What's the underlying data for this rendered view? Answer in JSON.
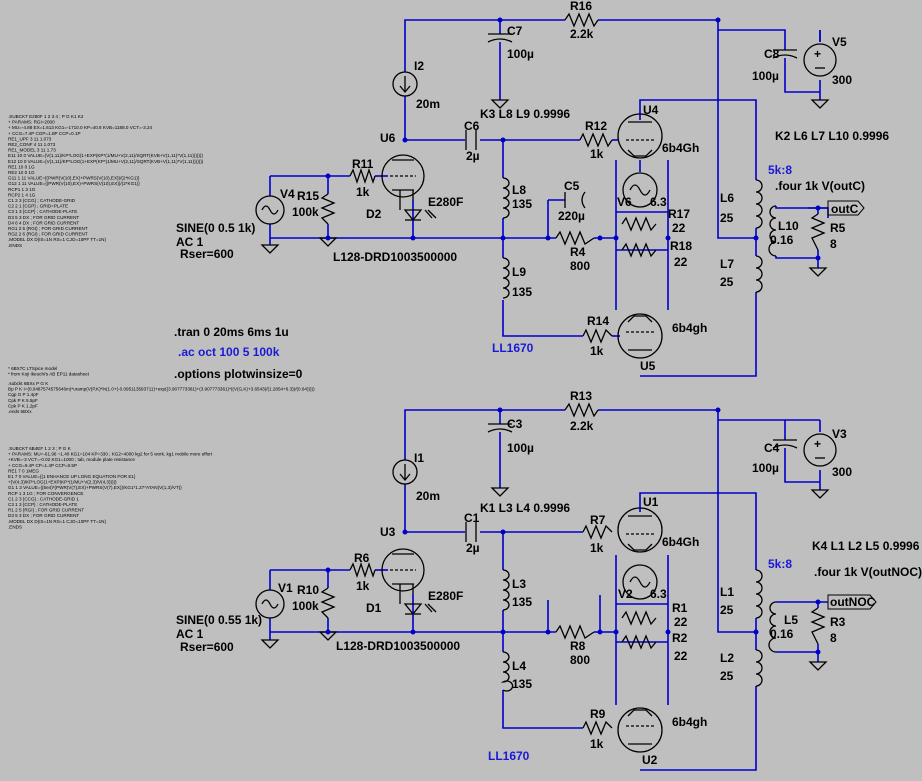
{
  "top": {
    "R16": "R16",
    "R16v": "2.2k",
    "C7": "C7",
    "C7v": "100µ",
    "C8": "C8",
    "C8v": "100µ",
    "V5": "V5",
    "V5v": "300",
    "I2": "I2",
    "I2v": "20m",
    "U6": "U6",
    "C6": "C6",
    "C6v": "2µ",
    "K3": "K3 L8 L9 0.9996",
    "R12": "R12",
    "R12v": "1k",
    "U4": "U4",
    "U4t": "6b4Gh",
    "K2": "K2 L6 L7 L10 0.9996",
    "R11": "R11",
    "R11v": "1k",
    "V4": "V4",
    "R15": "R15",
    "R15v": "100k",
    "D2": "D2",
    "E280": "E280F",
    "L8": "L8",
    "L8v": "135",
    "C5": "C5",
    "C5v": "220µ",
    "V6": "V6",
    "V6v": "6.3",
    "R17": "R17",
    "R17v": "22",
    "R18": "R18",
    "R18v": "22",
    "R4": "R4",
    "R4v": "800",
    "sine": "SINE(0 0.5 1k)",
    "ac": "AC 1",
    "rser": "Rser=600",
    "diode": "L128-DRD1003500000",
    "L9": "L9",
    "L9v": "135",
    "L6": "L6",
    "L6v": "25",
    "L7": "L7",
    "L7v": "25",
    "L10": "L10",
    "L10v": "0.16",
    "R5": "R5",
    "R5v": "8",
    "ratio": "5k:8",
    "four": ".four 1k V(outC)",
    "out": "outC",
    "R14": "R14",
    "R14v": "1k",
    "U5": "U5",
    "U5t": "6b4gh",
    "ll": "LL1670"
  },
  "cmd": {
    "tran": ".tran 0 20ms 6ms 1u",
    "acoct": ".ac oct 100 5 100k",
    "opts": ".options plotwinsize=0"
  },
  "bot": {
    "R13": "R13",
    "R13v": "2.2k",
    "C3": "C3",
    "C3v": "100µ",
    "C4": "C4",
    "C4v": "100µ",
    "V3": "V3",
    "V3v": "300",
    "I1": "I1",
    "I1v": "20m",
    "U3": "U3",
    "C1": "C1",
    "C1v": "2µ",
    "K1": "K1 L3 L4 0.9996",
    "R7": "R7",
    "R7v": "1k",
    "U1": "U1",
    "U1t": "6b4Gh",
    "K4": "K4 L1 L2 L5 0.9996",
    "R6": "R6",
    "R6v": "1k",
    "V1": "V1",
    "R10": "R10",
    "R10v": "100k",
    "D1": "D1",
    "E280": "E280F",
    "L3": "L3",
    "L3v": "135",
    "V2": "V2",
    "V2v": "6.3",
    "R1": "R1",
    "R1v": "22",
    "R2": "R2",
    "R2v": "22",
    "R8": "R8",
    "R8v": "800",
    "sine": "SINE(0 0.55 1k)",
    "ac": "AC 1",
    "rser": "Rser=600",
    "diode": "L128-DRD1003500000",
    "L4": "L4",
    "L4v": "135",
    "L1": "L1",
    "L1v": "25",
    "L2": "L2",
    "L2v": "25",
    "L5": "L5",
    "L5v": "0.16",
    "R3": "R3",
    "R3v": "8",
    "ratio": "5k:8",
    "four": ".four 1k V(outNOC)",
    "out": "outNOC",
    "R9": "R9",
    "R9v": "1k",
    "U2": "U2",
    "U2t": "6b4gh",
    "ll": "LL1670"
  },
  "notes": {
    "n1": [
      ".SUBCKT E280F 1 2 3 4 ; P G K1 K2",
      "+ PARAMS: RGI=2000",
      "+ MU=-4.88 EX=1.613 KG1=-1710.0 KP=40.8 KVB=1188.0 VCT=-3.24",
      "+ CCG=7.4P  CGP=1.8P CCP=0.1P",
      "RE1_UPF  3 11 1.073",
      "RE2_CONF  4 11 1.073",
      "RE1_MODEL 3 11 1.73",
      "E11 10 0 VALUE={V(1,11)/KP*LOG(1+EXP(KP*(1/MU+V(2,11)/SQRT(KVB+V(1,11)*V(1,11))))))}",
      "E12 10 0 VALUE={V(1,11)/KP*LOG(1+EXP(KP*(1/MU+V(2,11)/SQRT(KVB+V(1,11)*V(1,11))))))}",
      "RE1 10 0 1G",
      "RE2 10 0 1G",
      "G11 1 11 VALUE={(PWR(V(10),EX)+PWRS(V(10),EX))/(2*KG1)}",
      "G12 1 11 VALUE={(PWR(V(10),EX)+PWRS(V(10),EX))/(2*KG1)}",
      "RCP1 1 3 1G",
      "RCP2 1 4 1G",
      "C1 2 3 {CCG} ; CATHODE-GRID",
      "C2 2 1 {CGP} ; GRID=PLATE",
      "C3 1 3 {CCP} ; CATHODE-PLATE",
      "D3 5 3 DX ; FOR GRID CURRENT",
      "D4 6 4 DX ; FOR GRID CURRENT",
      "RG1 2 5 {RGI} ; FOR GRID CURRENT",
      "RG2 2 6 {RGI} ; FOR GRID CURRENT",
      ".MODEL DX D(IS=1N RS=1 CJO=10PF TT=1N)",
      ".ENDS"
    ],
    "n2": [
      "* 6BX7C LTSpice model",
      "* from Koji Ikeuchi's AB EP11 datasheet"
    ],
    "n3": [
      ".subckt 6BXx P G K",
      "Bp P K I=(0.0487574575646m)*uramp(V(P,K)*ln(1.0+(-0.095113593711)+exp((3.907773361)+(3.907773361)*((V(G,K)+3.6543)/(1.2854+6.3))/(0.64)))))",
      "Cgp G P 1.4pF",
      "Cpk P K 5.5pF",
      "Cpk P K 1.2pF",
      ".ends 6BXx"
    ],
    "n4": [
      ".SUBCKT 6B4EF 1 2 3 ; P G K",
      "+ PARAMS: MU=-61.96 ~1.40 KG1=104 KP=330 ; KG2=4000 kg2 for 5 work, kg1 mobile more effort",
      "+KVB=-3 VCT=-0.02 KG1=1000 ; tab, module plate resistance",
      "+ CCG=9.4P CP=1.4P CCP=0.5P",
      "RE1 7 0 1MEG",
      "E1 7 0 VALUE={(1 ENHANCE UP LONG EQUATION FOR E1}",
      "+{V(4,3)/KP*LOG(1+EXP(KP*(1/MU+V(2,3)/V(4,3))))}",
      "G1 1 3 VALUE={(5e4)*(PWR(V(7),EX)+PWRS(V(7),EX))/KG1*1.27*ATAN(V(1,3)/VT)}",
      "RCP 1 3 1G   ; FOR CONVERGENCE",
      "C1 2 3 {CCG}  ; CATHODE-GRID 1",
      "C3 1 3 {CCP} ; CATHODE-PLATE",
      "R1 2 5 {RGI} ; FOR GRID CURRENT",
      "D3 5 3 DX ; FOR GRID CURRENT",
      ".MODEL DX D(IS=1N RS=1 CJO=10PF TT=1N)",
      ".ENDS"
    ]
  }
}
